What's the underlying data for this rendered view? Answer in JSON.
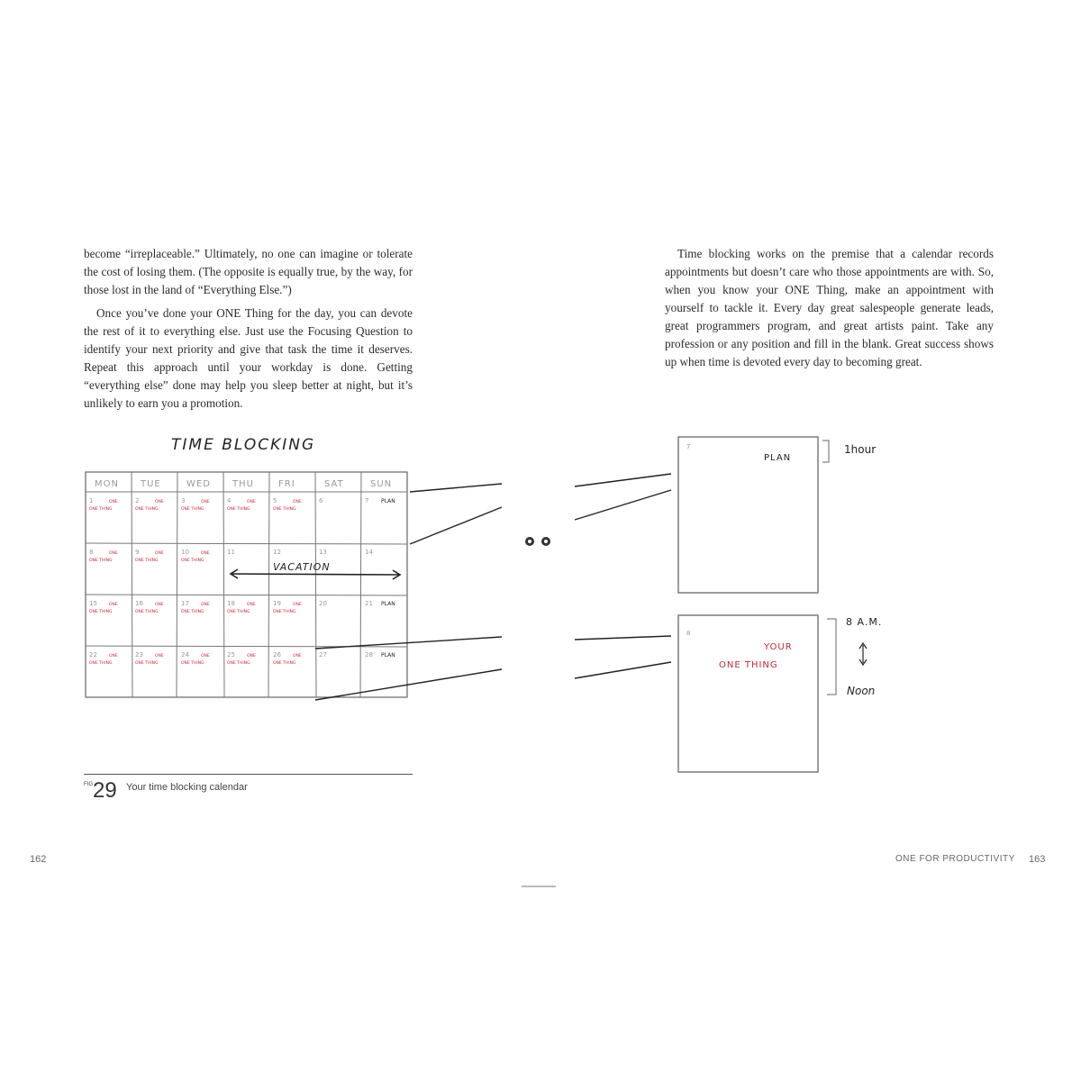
{
  "left_page": {
    "paragraph_1": "become “irreplaceable.” Ultimately, no one can imagine or tolerate the cost of losing them. (The opposite is equally true, by the way, for those lost in the land of “Everything Else.”)",
    "paragraph_2": "Once you’ve done your ONE Thing for the day, you can devote the rest of it to everything else. Just use the Focusing Question to identify your next priority and give that task the time it deserves. Repeat this approach until your workday is done. Getting “everything else” done may help you sleep better at night, but it’s unlikely to earn you a promotion.",
    "page_number": "162"
  },
  "right_page": {
    "paragraph_1": "Time blocking works on the premise that a calendar records appointments but doesn’t care who those appointments are with. So, when you know your ONE Thing, make an appointment with yourself to tackle it. Every day great salespeople generate leads, great programmers program, and great artists paint. Take any profession or any position and fill in the blank. Great success shows up when time is devoted every day to becoming great.",
    "running_head": "ONE FOR PRODUCTIVITY",
    "page_number": "163"
  },
  "figure": {
    "title": "TIME BLOCKING",
    "label": "FIG",
    "number": "29",
    "caption": "Your time blocking calendar",
    "days": [
      "MON",
      "TUE",
      "WED",
      "THU",
      "FRI",
      "SAT",
      "SUN"
    ],
    "weeks": [
      {
        "dates": [
          "1",
          "2",
          "3",
          "4",
          "5",
          "6",
          "7"
        ],
        "notes": [
          "ONE THING",
          "ONE THING",
          "ONE THING",
          "ONE THING",
          "ONE THING",
          "",
          "PLAN"
        ]
      },
      {
        "dates": [
          "8",
          "9",
          "10",
          "11",
          "12",
          "13",
          "14"
        ],
        "notes": [
          "ONE THING",
          "ONE THING",
          "ONE THING",
          "",
          "",
          "",
          ""
        ]
      },
      {
        "dates": [
          "15",
          "16",
          "17",
          "18",
          "19",
          "20",
          "21"
        ],
        "notes": [
          "ONE THING",
          "ONE THING",
          "ONE THING",
          "ONE THING",
          "ONE THING",
          "",
          "PLAN"
        ]
      },
      {
        "dates": [
          "22",
          "23",
          "24",
          "25",
          "26",
          "27",
          "28"
        ],
        "notes": [
          "ONE THING",
          "ONE THING",
          "ONE THING",
          "ONE THING",
          "ONE THING",
          "",
          "PLAN"
        ]
      }
    ],
    "vacation_label": "VACATION",
    "plan_box": {
      "date": "7",
      "label": "PLAN",
      "duration": "1hour"
    },
    "one_thing_box": {
      "date": "8",
      "label_line1": "YOUR",
      "label_line2": "ONE THING",
      "start": "8 A.M.",
      "end": "Noon"
    },
    "accent_color": "#c8273a",
    "ink_color": "#222222"
  }
}
